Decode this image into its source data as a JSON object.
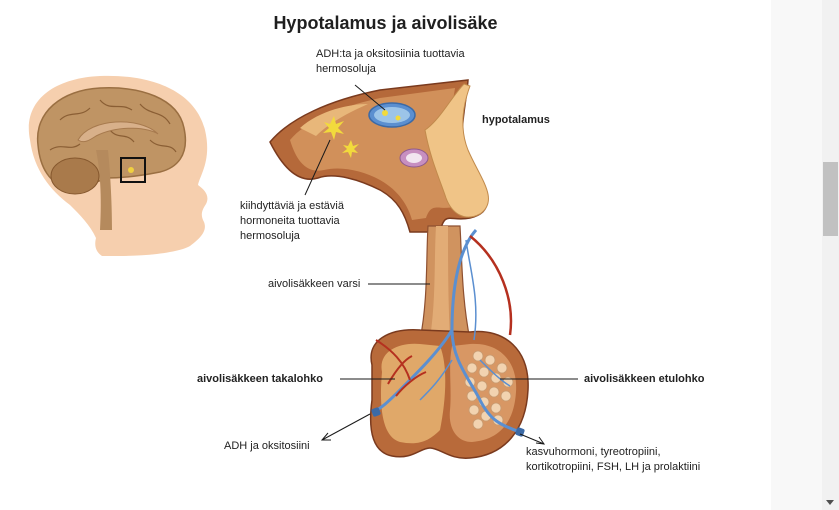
{
  "title": "Hypotalamus ja aivolisäke",
  "labels": {
    "neurons_adh_line1": "ADH:ta ja oksitosiinia tuottavia",
    "neurons_adh_line2": "hermosoluja",
    "hypothalamus": "hypotalamus",
    "neurons_hormone_line1": "kiihdyttäviä ja estäviä",
    "neurons_hormone_line2": "hormoneita tuottavia",
    "neurons_hormone_line3": "hermosoluja",
    "stalk": "aivolisäkkeen varsi",
    "posterior_lobe": "aivolisäkkeen takalohko",
    "anterior_lobe": "aivolisäkkeen etulohko",
    "adh_oxytocin": "ADH ja oksitosiini",
    "anterior_hormones_line1": "kasvuhormoni, tyreotropiini,",
    "anterior_hormones_line2": "kortikotropiini, FSH, LH  ja prolaktiini"
  },
  "colors": {
    "title": "#1f1f1f",
    "skin": "#f3c9a6",
    "brain": "#b78c5c",
    "tissue": "#c8834f",
    "tissue_dark": "#8e4a2a",
    "tan": "#e8b77a",
    "vessel_blue": "#5b8fd0",
    "vessel_red": "#b5301f",
    "cells": "#f2d3b0"
  }
}
